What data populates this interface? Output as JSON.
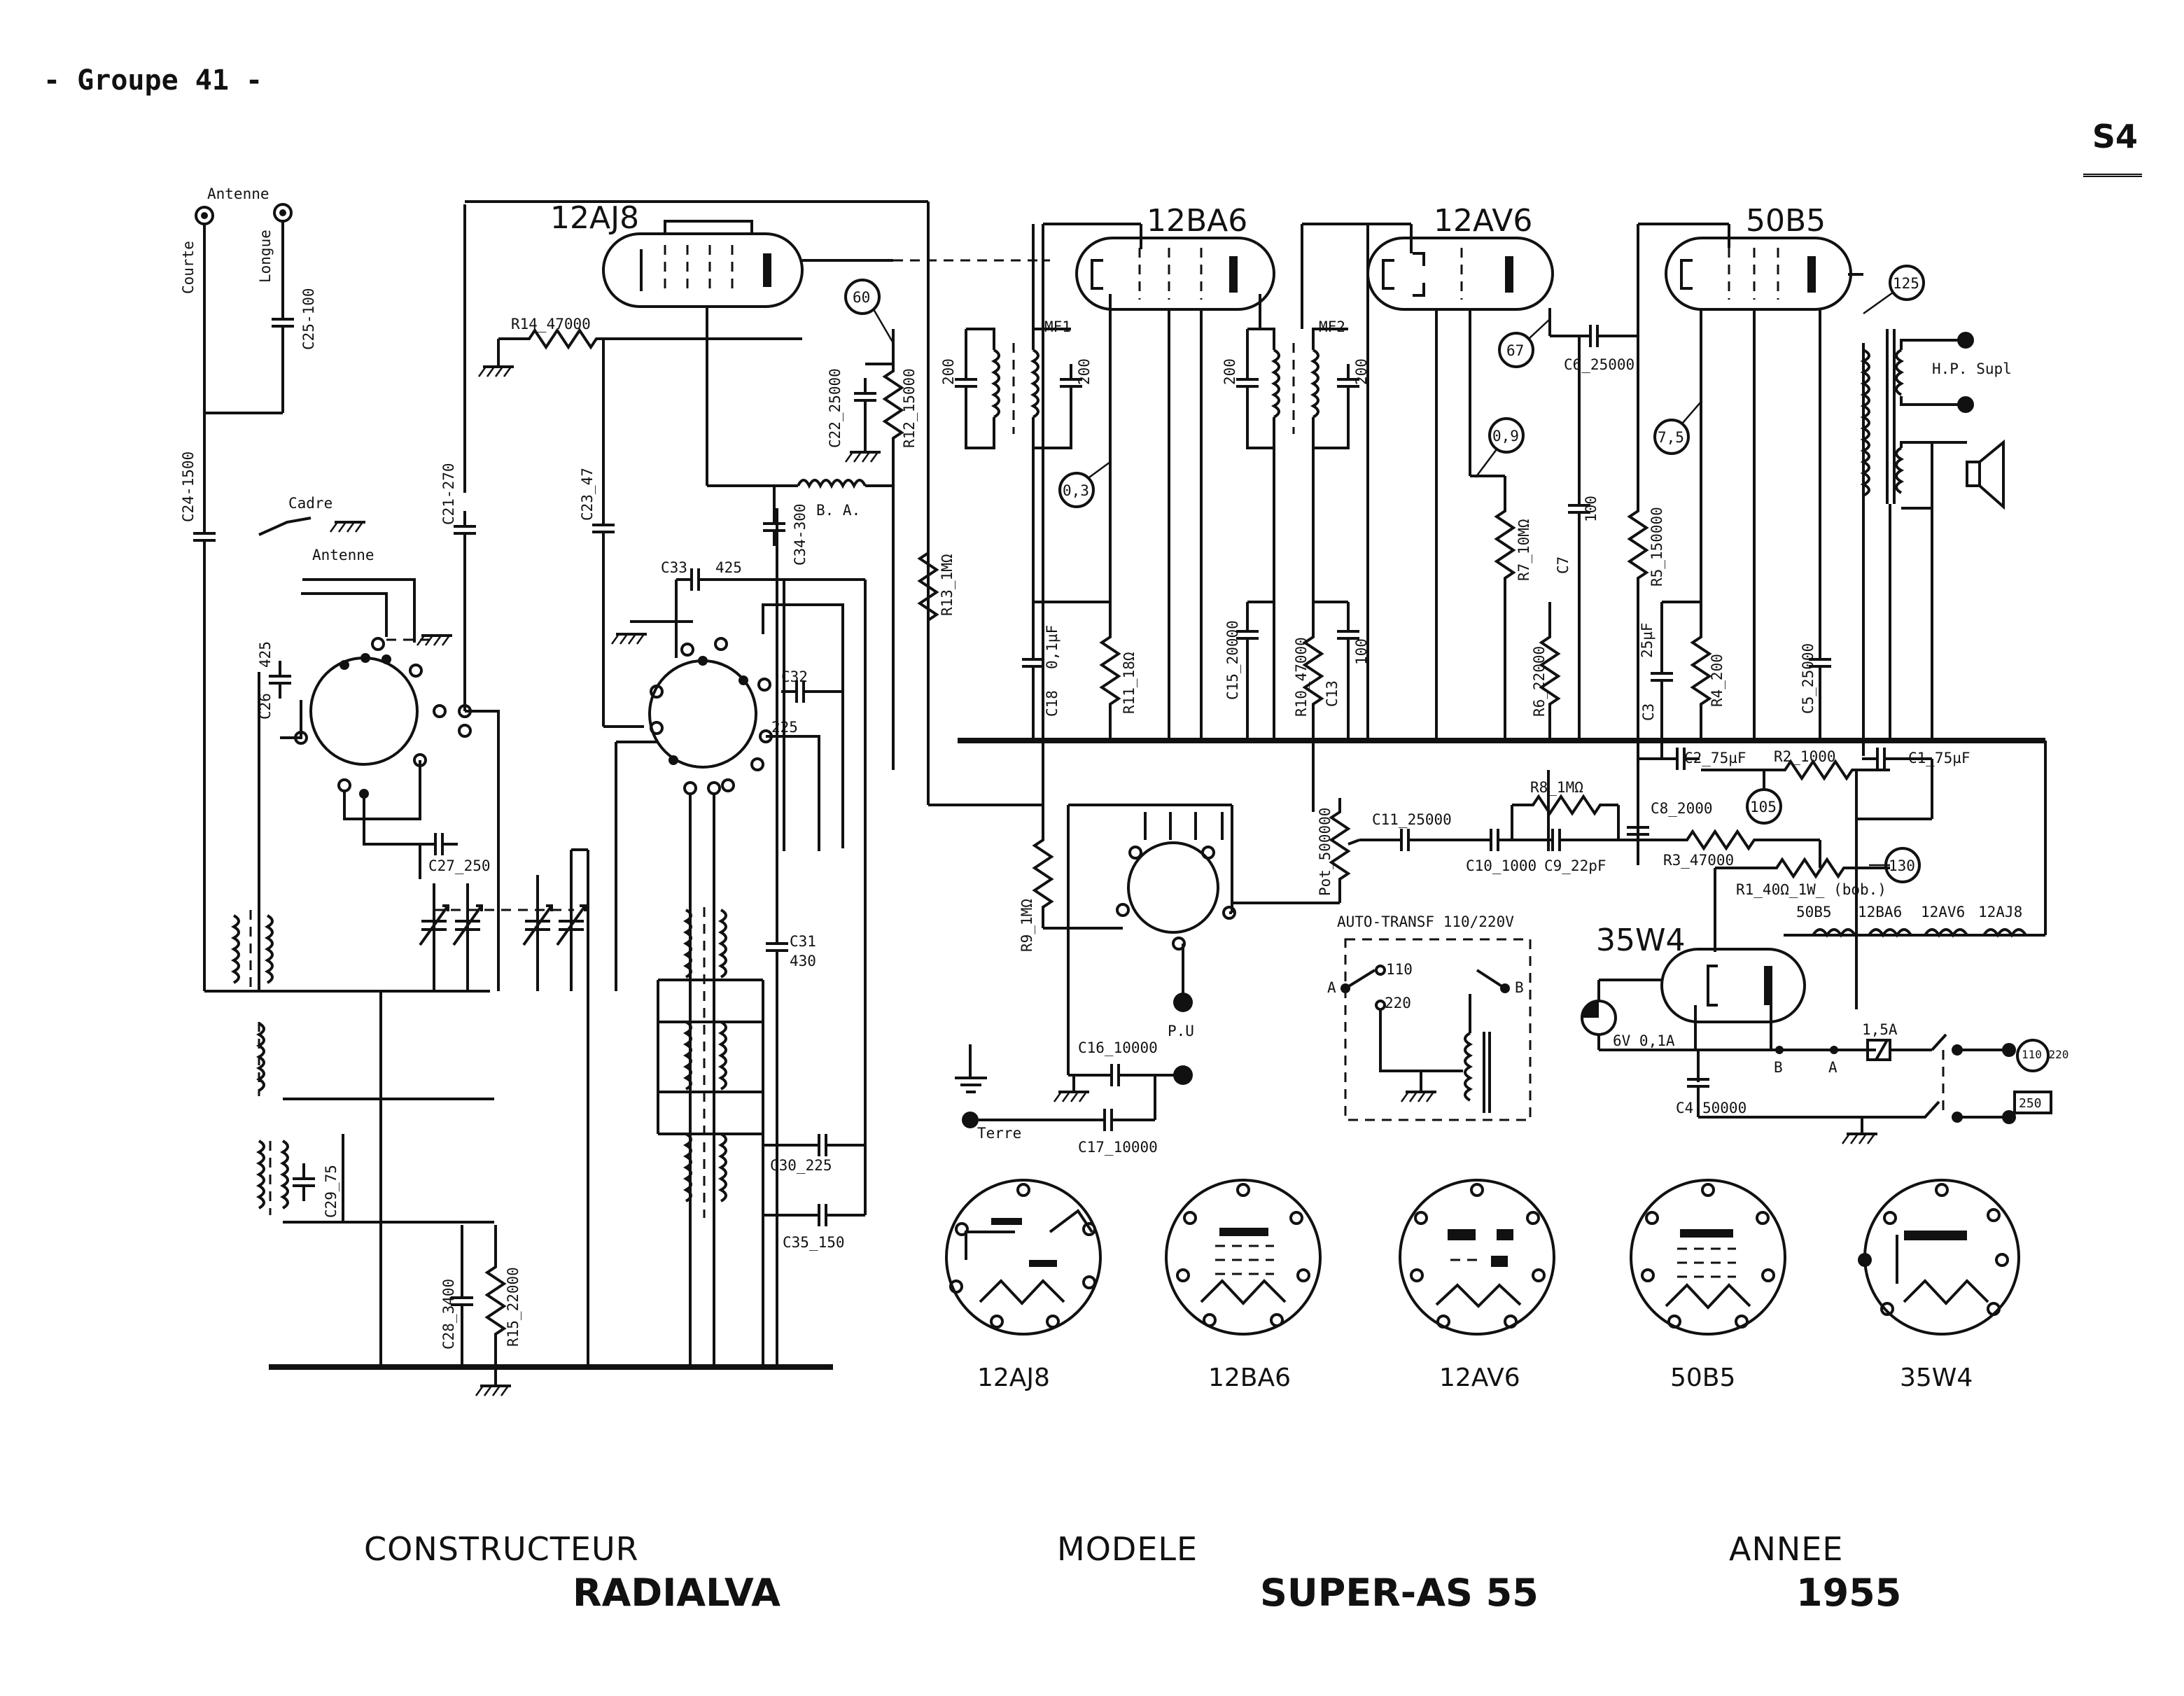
{
  "header": {
    "group": "- Groupe 41 -",
    "sheet": "S4"
  },
  "tubes": {
    "t1": "12AJ8",
    "t2": "12BA6",
    "t3": "12AV6",
    "t4": "50B5",
    "t5": "35W4"
  },
  "components": {
    "antenne_top": "Antenne",
    "courte": "Courte",
    "longue": "Longue",
    "c25": "C25-100",
    "c24": "C24-1500",
    "cadre": "Cadre",
    "antenne_mid": "Antenne",
    "c26": "C26",
    "c26v": "425",
    "c21": "C21-270",
    "r14": "R14_47000",
    "c23": "C23_47",
    "c33": "C33",
    "c33v": "425",
    "c34": "C34-300",
    "c32": "C32",
    "c32v": "225",
    "c22": "C22_25000",
    "r12": "R12_15000",
    "ba": "B. A.",
    "r13": "R13_1MΩ",
    "mf1": "MF1",
    "mf1_c1": "200",
    "mf1_c2": "200",
    "mf2": "MF2",
    "mf2_c1": "200",
    "mf2_c2": "200",
    "c18": "C18",
    "c18v": "0,1µF",
    "r11": "R11_18Ω",
    "c15": "C15_20000",
    "r10": "R10_47000",
    "c13": "C13",
    "c13v": "100",
    "r7": "R7_10MΩ",
    "c7": "C7",
    "c7v": "100",
    "r6": "R6_22000",
    "c6": "C6_25000",
    "r5": "R5_150000",
    "c3": "C3",
    "c3v": "25µF",
    "r4": "R4_200",
    "c5": "C5_25000",
    "hp": "H.P. Supl",
    "c27": "C27_250",
    "c31": "C31",
    "c31v": "430",
    "c29": "C29_75",
    "c30": "C30_225",
    "c35": "C35_150",
    "c28": "C28_3400",
    "r15": "R15_22000",
    "r9": "R9_1MΩ",
    "pot": "Pot_500000",
    "c11": "C11_25000",
    "r8": "R8_1MΩ",
    "c10": "C10_1000",
    "c9": "C9_22pF",
    "c8": "C8_2000",
    "c2": "C2_75µF",
    "r2": "R2_1000",
    "c1": "C1_75µF",
    "r3": "R3_47000",
    "r1": "R1_40Ω_1W_ (bob.)",
    "pu": "P.U",
    "c16": "C16_10000",
    "c17": "C17_10000",
    "terre": "Terre",
    "autotransf": "AUTO-TRANSF 110/220V",
    "v110": "110",
    "v220": "220",
    "tap_a": "A",
    "tap_b": "B",
    "heater_1": "50B5",
    "heater_2": "12BA6",
    "heater_3": "12AV6",
    "heater_4": "12AJ8",
    "pilot": "6V_0,1A",
    "fuse": "1,5A",
    "sw_b": "B",
    "sw_a": "A",
    "c4": "C4",
    "c4v": "50000",
    "mains_1": "110\n220",
    "mains_2": "250"
  },
  "test_points": [
    "60",
    "0,3",
    "67",
    "0,9",
    "7,5",
    "125",
    "105",
    "130"
  ],
  "tube_bases": [
    "12AJ8",
    "12BA6",
    "12AV6",
    "50B5",
    "35W4"
  ],
  "footer": {
    "constructeur_label": "CONSTRUCTEUR",
    "constructeur_value": "RADIALVA",
    "modele_label": "MODELE",
    "modele_value": "SUPER-AS 55",
    "annee_label": "ANNEE",
    "annee_value": "1955"
  }
}
